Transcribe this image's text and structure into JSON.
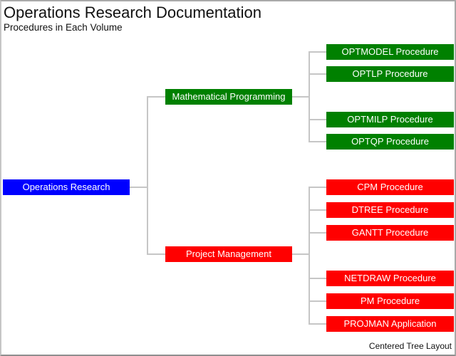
{
  "header": {
    "title": "Operations Research Documentation",
    "subtitle": "Procedures in Each Volume"
  },
  "footer": {
    "caption": "Centered Tree Layout"
  },
  "colors": {
    "root_node": "#0000ff",
    "math_branch": "#008000",
    "project_branch": "#ff0000",
    "node_text": "#ffffff",
    "connector": "#c6c6c6"
  },
  "tree": {
    "root": {
      "label": "Operations Research"
    },
    "branches": [
      {
        "label": "Mathematical Programming",
        "children": [
          {
            "label": "OPTMODEL Procedure"
          },
          {
            "label": "OPTLP Procedure"
          },
          {
            "label": "OPTMILP Procedure"
          },
          {
            "label": "OPTQP Procedure"
          }
        ]
      },
      {
        "label": "Project Management",
        "children": [
          {
            "label": "CPM Procedure"
          },
          {
            "label": "DTREE Procedure"
          },
          {
            "label": "GANTT Procedure"
          },
          {
            "label": "NETDRAW Procedure"
          },
          {
            "label": "PM Procedure"
          },
          {
            "label": "PROJMAN Application"
          }
        ]
      }
    ]
  }
}
